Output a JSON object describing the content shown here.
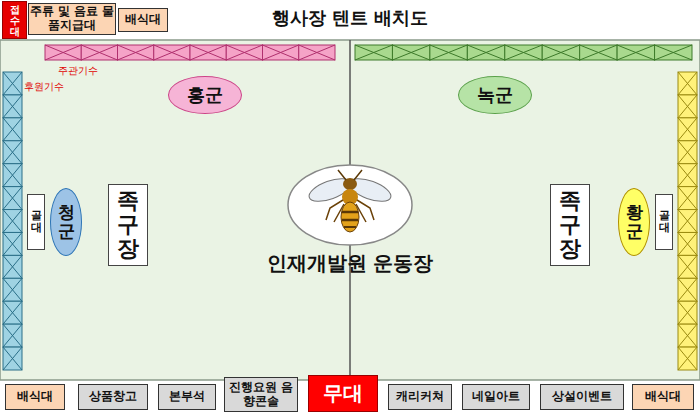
{
  "diagram": {
    "title": "행사장 텐트 배치도",
    "nodes": [
      {
        "text": [
          "접수대"
        ]
      },
      {
        "text": [
          "주류 및 음료 물품지급대"
        ]
      },
      {
        "text": [
          "배식대"
        ]
      },
      {
        "text": [
          "홍군"
        ]
      },
      {
        "text": [
          "녹군"
        ]
      },
      {
        "text": [
          "골대"
        ]
      },
      {
        "text": [
          "청군"
        ]
      },
      {
        "text": [
          "족구장"
        ]
      },
      {
        "text": [
          "족구장"
        ]
      },
      {
        "text": [
          "황군"
        ]
      },
      {
        "text": [
          "골대"
        ]
      },
      {
        "text": [
          "배식대"
        ]
      },
      {
        "text": [
          "상품창고"
        ]
      },
      {
        "text": [
          "본부석"
        ]
      },
      {
        "text": [
          "진행요원 음향콘솔"
        ]
      },
      {
        "text": [
          "무대"
        ]
      },
      {
        "text": [
          "캐리커쳐"
        ]
      },
      {
        "text": [
          "네일아트"
        ]
      },
      {
        "text": [
          "상설이벤트"
        ]
      },
      {
        "text": [
          "배식대"
        ]
      }
    ],
    "labels": [
      "주관기수",
      "후원기수",
      "인재개발원 운동장"
    ]
  }
}
